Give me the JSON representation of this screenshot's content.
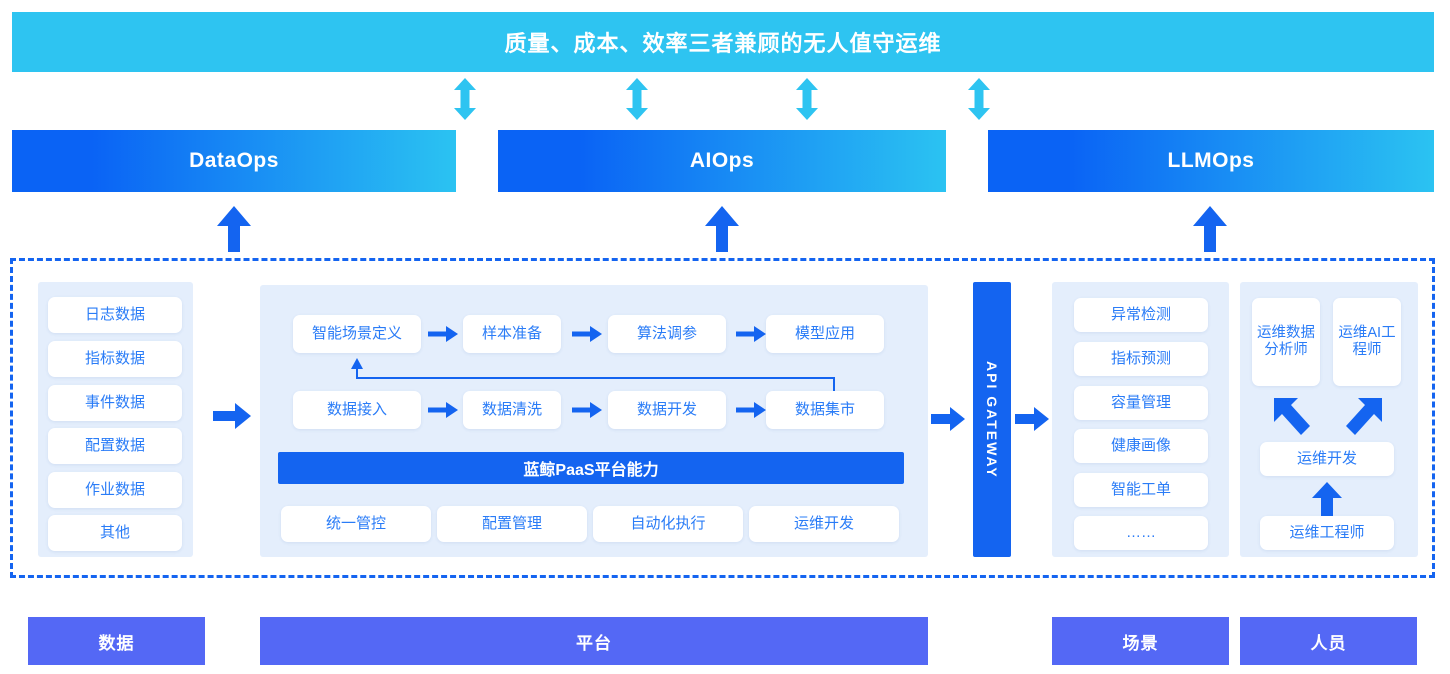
{
  "title": {
    "text": "质量、成本、效率三者兼顾的无人值守运维"
  },
  "ops_bands": [
    {
      "label": "DataOps"
    },
    {
      "label": "AIOps"
    },
    {
      "label": "LLMOps"
    }
  ],
  "data_column": {
    "items": [
      {
        "label": "日志数据"
      },
      {
        "label": "指标数据"
      },
      {
        "label": "事件数据"
      },
      {
        "label": "配置数据"
      },
      {
        "label": "作业数据"
      },
      {
        "label": "其他"
      }
    ]
  },
  "platform": {
    "ai_flow": [
      {
        "label": "智能场景定义"
      },
      {
        "label": "样本准备"
      },
      {
        "label": "算法调参"
      },
      {
        "label": "模型应用"
      }
    ],
    "data_flow": [
      {
        "label": "数据接入"
      },
      {
        "label": "数据清洗"
      },
      {
        "label": "数据开发"
      },
      {
        "label": "数据集市"
      }
    ],
    "paas": {
      "header": "蓝鲸PaaS平台能力",
      "items": [
        {
          "label": "统一管控"
        },
        {
          "label": "配置管理"
        },
        {
          "label": "自动化执行"
        },
        {
          "label": "运维开发"
        }
      ]
    }
  },
  "api_gateway": {
    "label": "API GATEWAY"
  },
  "scene_column": {
    "items": [
      {
        "label": "异常检测"
      },
      {
        "label": "指标预测"
      },
      {
        "label": "容量管理"
      },
      {
        "label": "健康画像"
      },
      {
        "label": "智能工单"
      },
      {
        "label": "……"
      }
    ]
  },
  "people_column": {
    "analyst": "运维数据分析师",
    "ai_engineer": "运维AI工程师",
    "devops": "运维开发",
    "engineer": "运维工程师"
  },
  "bottom_labels": [
    {
      "label": "数据"
    },
    {
      "label": "平台"
    },
    {
      "label": "场景"
    },
    {
      "label": "人员"
    }
  ],
  "colors": {
    "title_banner": "#2ec4f1",
    "ops_gradient_start": "#0a63f5",
    "ops_gradient_end": "#2bc3f2",
    "accent_blue": "#1464f0",
    "chip_text": "#2a7cf7",
    "panel_bg": "#e4eefc",
    "bottom_label_bg": "#5468f5"
  }
}
